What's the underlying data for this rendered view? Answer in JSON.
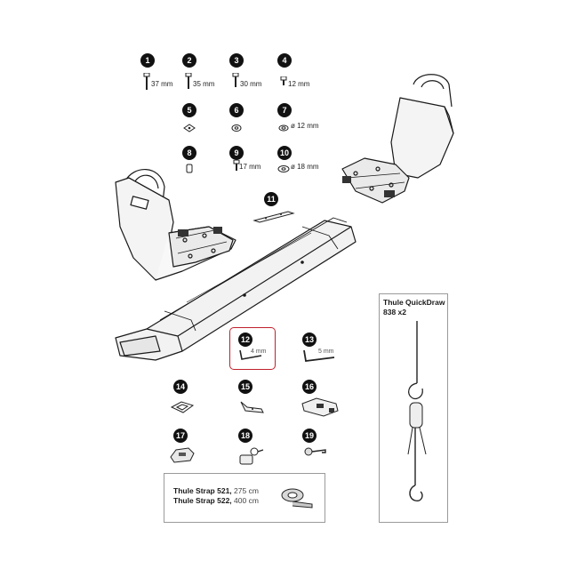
{
  "parts": [
    {
      "num": "1",
      "label": "37 mm",
      "icon": "bolt-icon"
    },
    {
      "num": "2",
      "label": "35 mm",
      "icon": "bolt-icon"
    },
    {
      "num": "3",
      "label": "30 mm",
      "icon": "bolt-icon"
    },
    {
      "num": "4",
      "label": "12 mm",
      "icon": "bolt-icon"
    },
    {
      "num": "5",
      "label": "",
      "icon": "square-washer-icon"
    },
    {
      "num": "6",
      "label": "",
      "icon": "lock-washer-icon"
    },
    {
      "num": "7",
      "label": "ø 12 mm",
      "icon": "washer-icon"
    },
    {
      "num": "8",
      "label": "",
      "icon": "nut-icon"
    },
    {
      "num": "9",
      "label": "17 mm",
      "icon": "bolt-icon"
    },
    {
      "num": "10",
      "label": "ø 18 mm",
      "icon": "washer-icon"
    },
    {
      "num": "11",
      "label": "",
      "icon": "plate-icon"
    },
    {
      "num": "12",
      "label": "4 mm",
      "icon": "hex-key-icon"
    },
    {
      "num": "13",
      "label": "5 mm",
      "icon": "hex-key-icon"
    },
    {
      "num": "14",
      "label": "",
      "icon": "bracket-icon"
    },
    {
      "num": "15",
      "label": "",
      "icon": "clip-icon"
    },
    {
      "num": "16",
      "label": "",
      "icon": "block-icon"
    },
    {
      "num": "17",
      "label": "",
      "icon": "cap-icon"
    },
    {
      "num": "18",
      "label": "",
      "icon": "lock-key-icon"
    },
    {
      "num": "19",
      "label": "",
      "icon": "key-icon"
    }
  ],
  "highlight_color": "#c0202b",
  "strap_box": {
    "line1_name": "Thule Strap 521,",
    "line1_len": "275 cm",
    "line2_name": "Thule Strap 522,",
    "line2_len": "400 cm"
  },
  "quickdraw_box": {
    "title_line1": "Thule QuickDraw",
    "title_line2": "838 x2"
  }
}
